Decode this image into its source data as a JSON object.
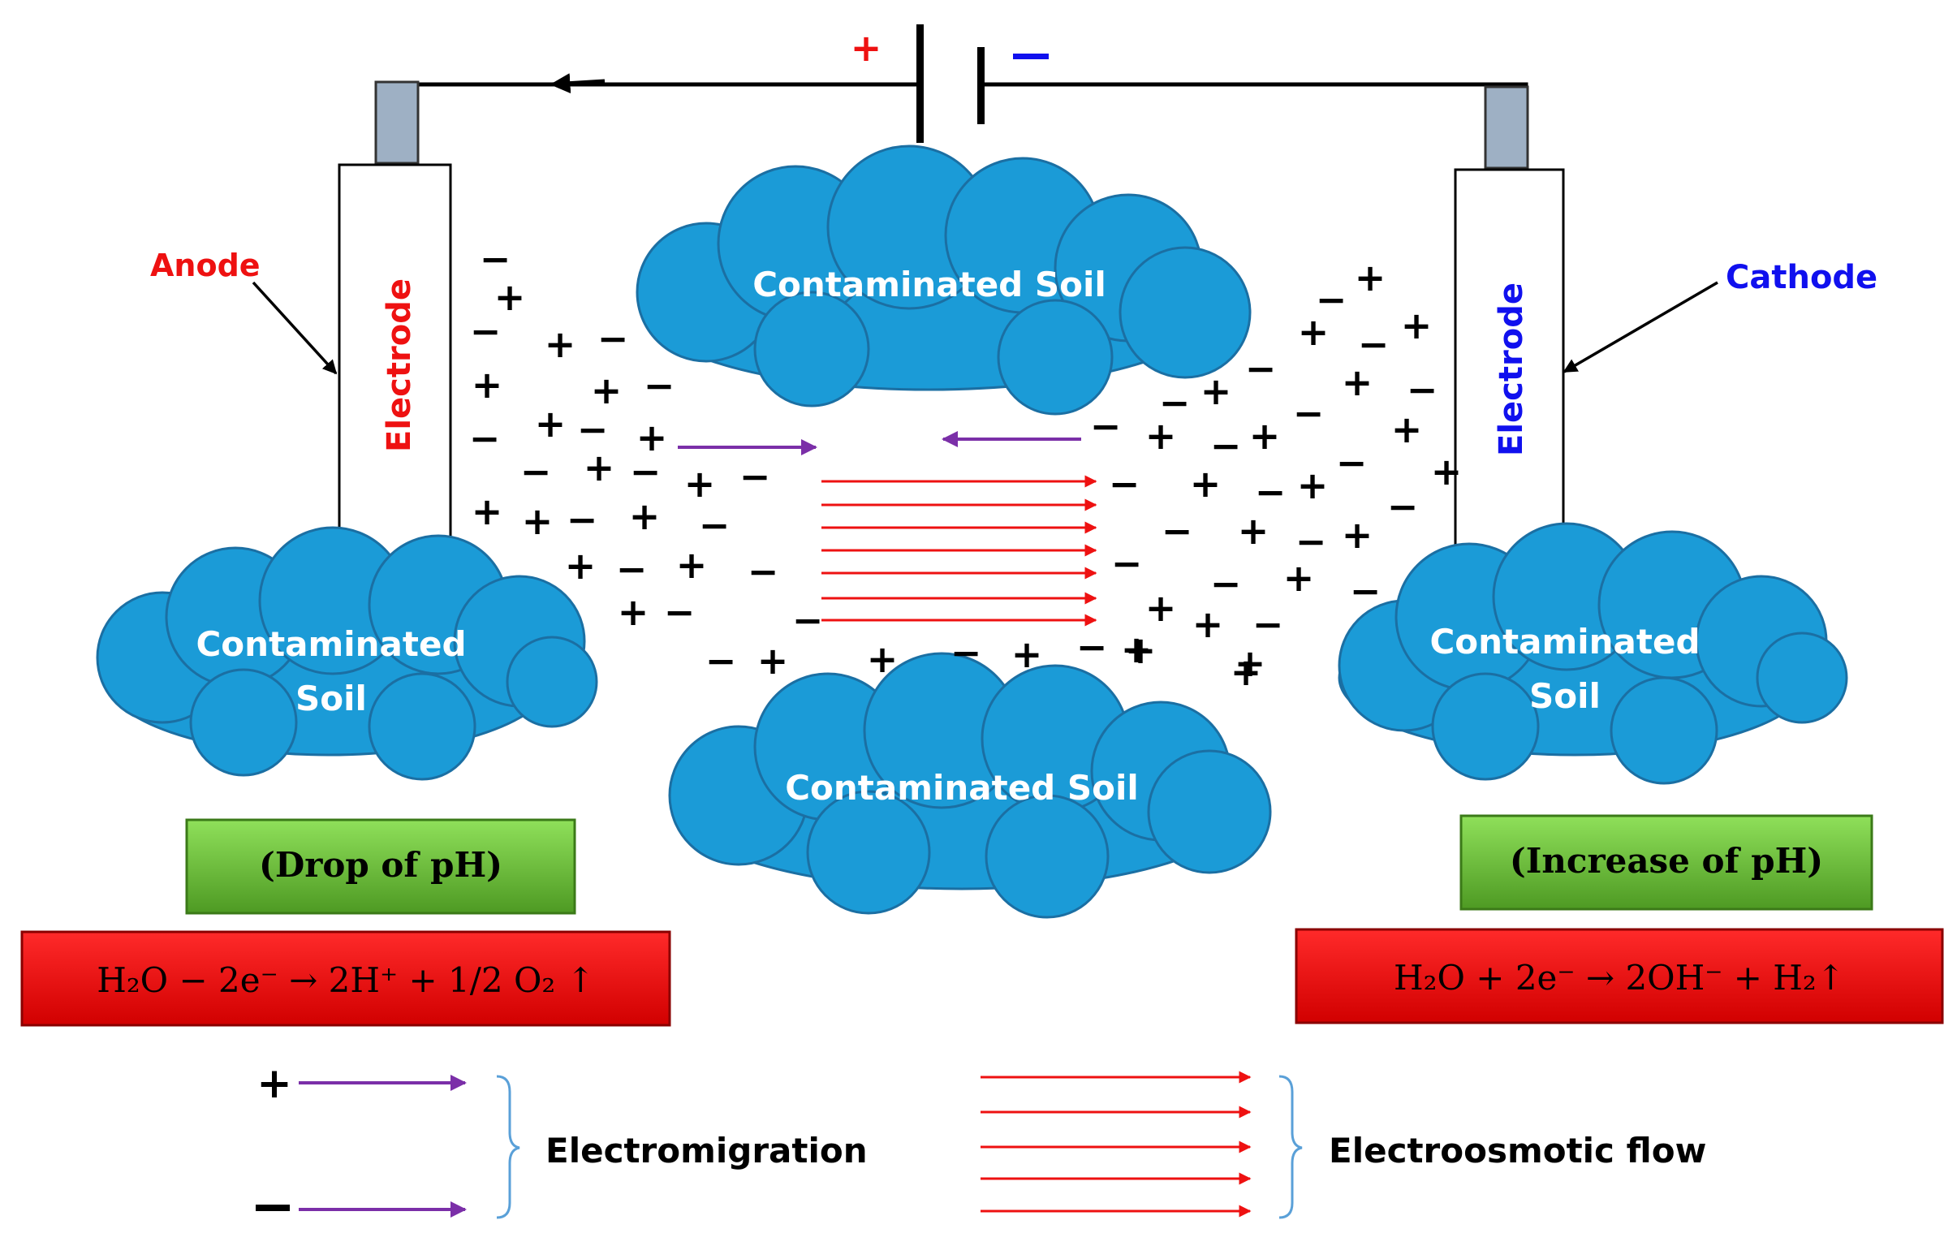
{
  "battery": {
    "plus_sign": "+",
    "minus_sign": "−"
  },
  "electrodes": {
    "left_text": "Electrode",
    "right_text": "Electrode",
    "left_label": "Anode",
    "right_label": "Cathode"
  },
  "soil": {
    "top": "Contaminated Soil",
    "bottom": "Contaminated Soil",
    "left": [
      "Contaminated",
      "Soil"
    ],
    "right": [
      "Contaminated",
      "Soil"
    ]
  },
  "ph": {
    "left": "(Drop of pH)",
    "right": "(Increase of pH)"
  },
  "reactions": {
    "left": "H₂O − 2e⁻ → 2H⁺ +  1/2 O₂ ↑",
    "right": "H₂O + 2e⁻ → 2OH⁻ +  H₂↑"
  },
  "legend": {
    "plus": "+",
    "minus": "−",
    "electromigration": "Electromigration",
    "electroosmotic": "Electroosmotic flow"
  },
  "colors": {
    "red": "#ee1111",
    "blue": "#1010ee",
    "cloud": "#1b9bd7",
    "purple": "#7b2fa8",
    "green": "#6cc23a",
    "reaction_red": "#ee1111",
    "electrode_cap": "#9eb0c4"
  }
}
